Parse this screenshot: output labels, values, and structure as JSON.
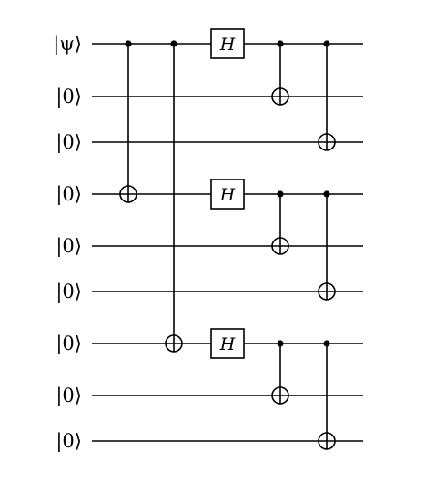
{
  "qubits": [
    {
      "label": "|ψ⟩"
    },
    {
      "label": "|0⟩"
    },
    {
      "label": "|0⟩"
    },
    {
      "label": "|0⟩"
    },
    {
      "label": "|0⟩"
    },
    {
      "label": "|0⟩"
    },
    {
      "label": "|0⟩"
    },
    {
      "label": "|0⟩"
    },
    {
      "label": "|0⟩"
    }
  ],
  "gates": [
    {
      "type": "cnot",
      "column": 0,
      "control": 0,
      "target": 3
    },
    {
      "type": "cnot",
      "column": 1,
      "control": 0,
      "target": 6
    },
    {
      "type": "h",
      "column": 2,
      "qubit": 0,
      "label": "H"
    },
    {
      "type": "h",
      "column": 2,
      "qubit": 3,
      "label": "H"
    },
    {
      "type": "h",
      "column": 2,
      "qubit": 6,
      "label": "H"
    },
    {
      "type": "cnot",
      "column": 3,
      "control": 0,
      "target": 1
    },
    {
      "type": "cnot",
      "column": 3,
      "control": 3,
      "target": 4
    },
    {
      "type": "cnot",
      "column": 3,
      "control": 6,
      "target": 7
    },
    {
      "type": "cnot",
      "column": 4,
      "control": 0,
      "target": 2
    },
    {
      "type": "cnot",
      "column": 4,
      "control": 3,
      "target": 5
    },
    {
      "type": "cnot",
      "column": 4,
      "control": 6,
      "target": 8
    }
  ]
}
